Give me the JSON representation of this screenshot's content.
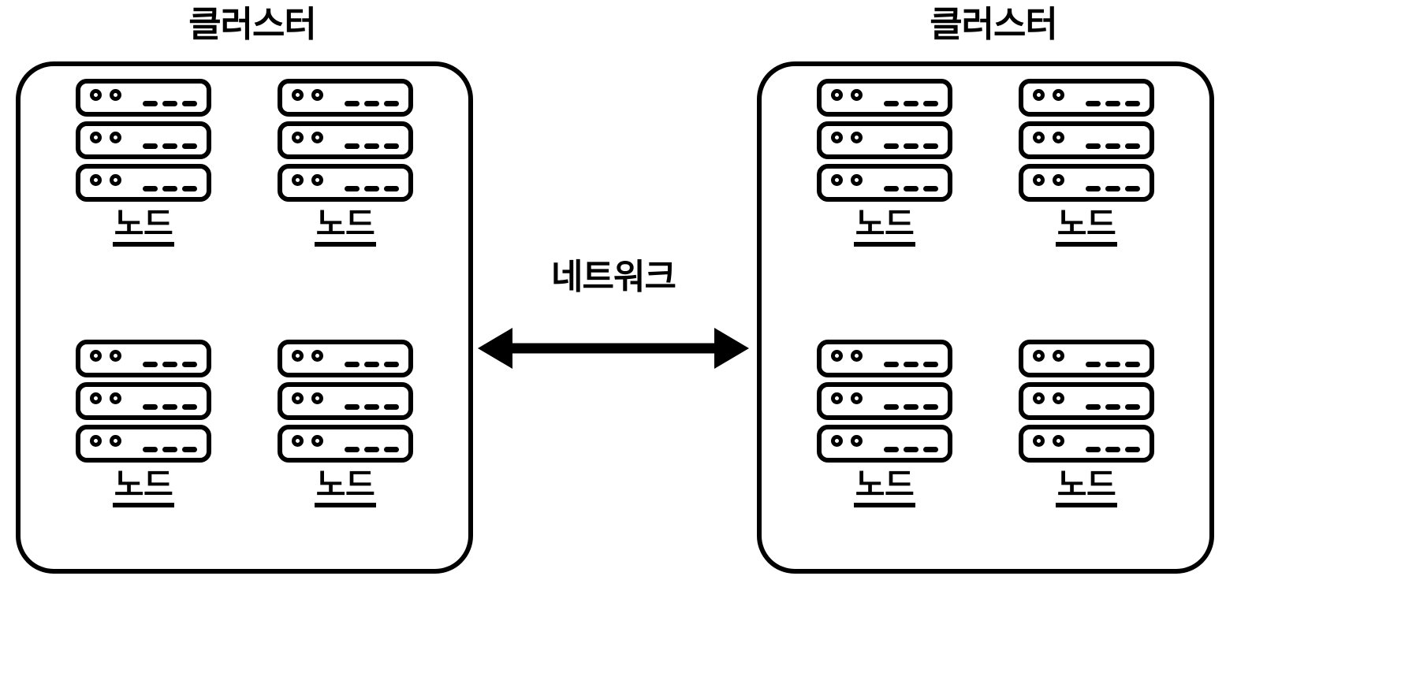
{
  "diagram": {
    "title_text": "클러스터",
    "node_label": "노드",
    "network_label": "네트워크",
    "colors": {
      "stroke": "#000000",
      "background": "#ffffff"
    },
    "clusters": [
      {
        "id": "cluster-left",
        "title": "클러스터",
        "nodes": [
          {
            "label": "노드",
            "servers": 3
          },
          {
            "label": "노드",
            "servers": 3
          },
          {
            "label": "노드",
            "servers": 3
          },
          {
            "label": "노드",
            "servers": 3
          }
        ]
      },
      {
        "id": "cluster-right",
        "title": "클러스터",
        "nodes": [
          {
            "label": "노드",
            "servers": 3
          },
          {
            "label": "노드",
            "servers": 3
          },
          {
            "label": "노드",
            "servers": 3
          },
          {
            "label": "노드",
            "servers": 3
          }
        ]
      }
    ],
    "connector": {
      "label": "네트워크",
      "arrow": "double-headed",
      "icon": "double-arrow-icon"
    },
    "server_unit": {
      "leds": 2,
      "dashes": 3
    }
  }
}
